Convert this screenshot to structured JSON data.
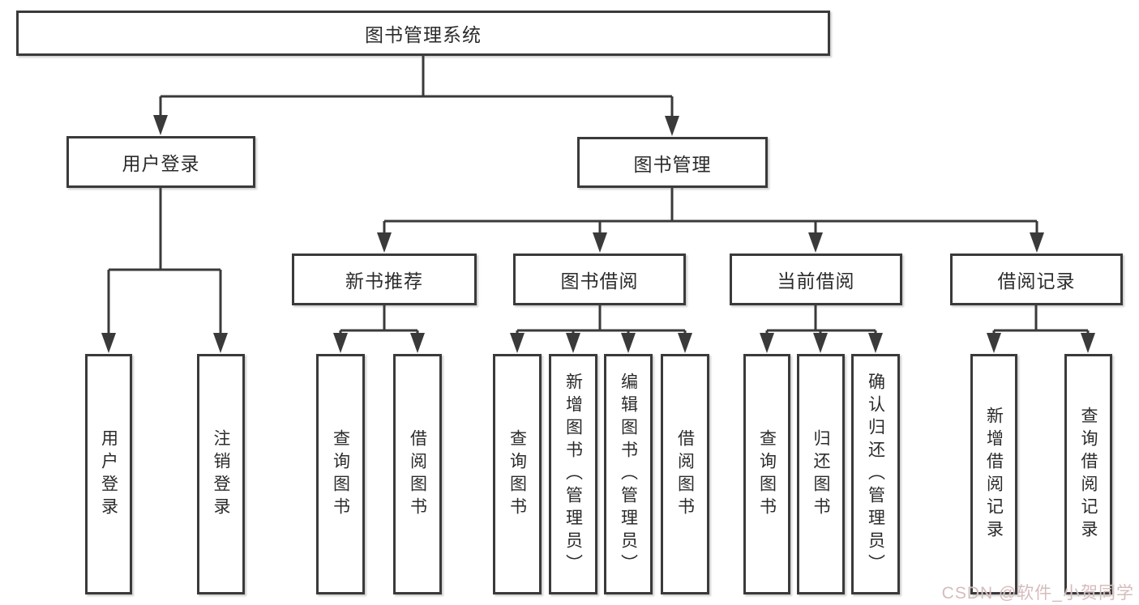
{
  "diagram": {
    "root": "图书管理系统",
    "login": {
      "label": "用户登录",
      "children": [
        "用户登录",
        "注销登录"
      ]
    },
    "mgmt": {
      "label": "图书管理",
      "sections": [
        {
          "label": "新书推荐",
          "children": [
            "查询图书",
            "借阅图书"
          ]
        },
        {
          "label": "图书借阅",
          "children": [
            "查询图书",
            "新增图书（管理员）",
            "编辑图书（管理员）",
            "借阅图书"
          ]
        },
        {
          "label": "当前借阅",
          "children": [
            "查询图书",
            "归还图书",
            "确认归还（管理员）"
          ]
        },
        {
          "label": "借阅记录",
          "children": [
            "新增借阅记录",
            "查询借阅记录"
          ]
        }
      ]
    }
  },
  "watermark": "CSDN @软件_小贺同学",
  "colors": {
    "line": "#3a3a3a",
    "text": "#2b2b2b",
    "background": "#ffffff",
    "watermark": "#d6bcbc"
  }
}
